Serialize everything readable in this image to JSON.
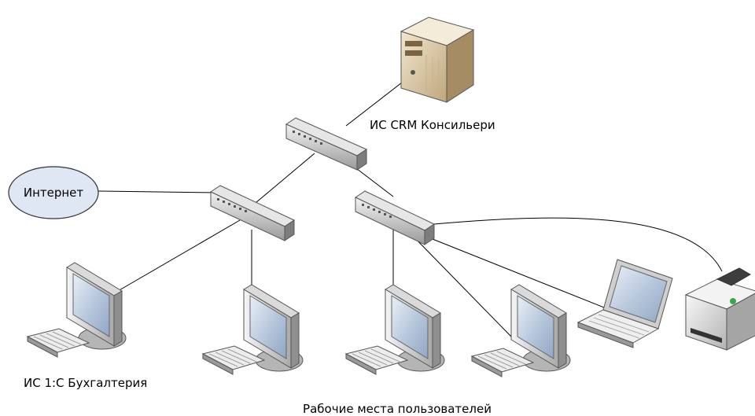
{
  "labels": {
    "internet": "Интернет",
    "crm_server": "ИС CRM Консильери",
    "accounting": "ИС 1:С Бухгалтерия",
    "workstations": "Рабочие места пользователей"
  },
  "icons": {
    "server": "server-tower-icon",
    "switch": "network-switch-icon",
    "cloud": "internet-ellipse-icon",
    "workstation": "desktop-computer-icon",
    "keyboard": "keyboard-icon",
    "laptop": "laptop-icon",
    "printer": "printer-icon"
  },
  "colors": {
    "line": "#000000",
    "internet_fill": "#dfe6f4",
    "device_gray": "#cfcfcf",
    "device_dark": "#555555",
    "screen_blue": "#b8c8dc",
    "server_beige": "#e6d6b8",
    "led_green": "#3aa84a"
  }
}
